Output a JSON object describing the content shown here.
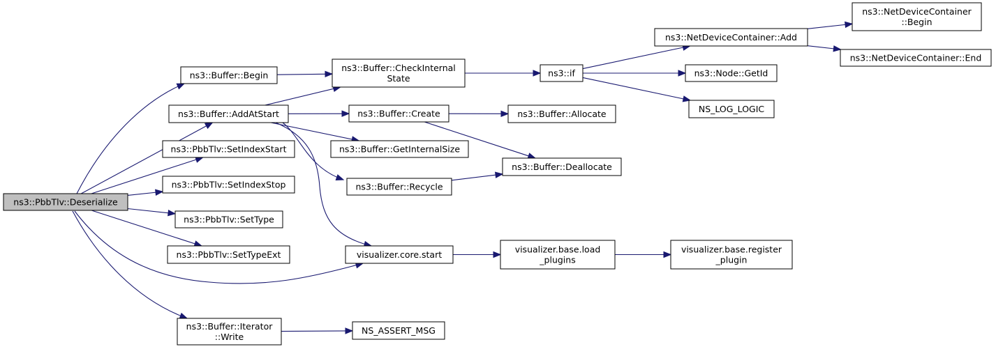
{
  "graph": {
    "edge_color": "#191970",
    "root_fill": "#bfbfbf",
    "nodes": [
      {
        "id": "deserialize",
        "lines": [
          "ns3::PbbTlv::Deserialize"
        ],
        "root": true
      },
      {
        "id": "begin",
        "lines": [
          "ns3::Buffer::Begin"
        ]
      },
      {
        "id": "addatstart",
        "lines": [
          "ns3::Buffer::AddAtStart"
        ]
      },
      {
        "id": "setindexstart",
        "lines": [
          "ns3::PbbTlv::SetIndexStart"
        ]
      },
      {
        "id": "setindexstop",
        "lines": [
          "ns3::PbbTlv::SetIndexStop"
        ]
      },
      {
        "id": "settype",
        "lines": [
          "ns3::PbbTlv::SetType"
        ]
      },
      {
        "id": "settypeext",
        "lines": [
          "ns3::PbbTlv::SetTypeExt"
        ]
      },
      {
        "id": "iteratorwrite",
        "lines": [
          "ns3::Buffer::Iterator",
          "::Write"
        ]
      },
      {
        "id": "checkinternalstate",
        "lines": [
          "ns3::Buffer::CheckInternal",
          "State"
        ]
      },
      {
        "id": "create",
        "lines": [
          "ns3::Buffer::Create"
        ]
      },
      {
        "id": "getinternalsize",
        "lines": [
          "ns3::Buffer::GetInternalSize"
        ]
      },
      {
        "id": "recycle",
        "lines": [
          "ns3::Buffer::Recycle"
        ]
      },
      {
        "id": "corestart",
        "lines": [
          "visualizer.core.start"
        ]
      },
      {
        "id": "assertmsg",
        "lines": [
          "NS_ASSERT_MSG"
        ]
      },
      {
        "id": "if",
        "lines": [
          "ns3::if"
        ]
      },
      {
        "id": "allocate",
        "lines": [
          "ns3::Buffer::Allocate"
        ]
      },
      {
        "id": "deallocate",
        "lines": [
          "ns3::Buffer::Deallocate"
        ]
      },
      {
        "id": "loadplugins",
        "lines": [
          "visualizer.base.load",
          "_plugins"
        ]
      },
      {
        "id": "registerplugin",
        "lines": [
          "visualizer.base.register",
          "_plugin"
        ]
      },
      {
        "id": "ndcadd",
        "lines": [
          "ns3::NetDeviceContainer::Add"
        ]
      },
      {
        "id": "nodegetid",
        "lines": [
          "ns3::Node::GetId"
        ]
      },
      {
        "id": "nsloglogic",
        "lines": [
          "NS_LOG_LOGIC"
        ]
      },
      {
        "id": "ndcbegin",
        "lines": [
          "ns3::NetDeviceContainer",
          "::Begin"
        ]
      },
      {
        "id": "ndcend",
        "lines": [
          "ns3::NetDeviceContainer::End"
        ]
      }
    ],
    "edges": [
      {
        "from": "deserialize",
        "to": "begin"
      },
      {
        "from": "deserialize",
        "to": "addatstart"
      },
      {
        "from": "deserialize",
        "to": "setindexstart"
      },
      {
        "from": "deserialize",
        "to": "setindexstop"
      },
      {
        "from": "deserialize",
        "to": "settype"
      },
      {
        "from": "deserialize",
        "to": "settypeext"
      },
      {
        "from": "deserialize",
        "to": "corestart"
      },
      {
        "from": "deserialize",
        "to": "iteratorwrite"
      },
      {
        "from": "begin",
        "to": "checkinternalstate"
      },
      {
        "from": "addatstart",
        "to": "checkinternalstate"
      },
      {
        "from": "addatstart",
        "to": "create"
      },
      {
        "from": "addatstart",
        "to": "getinternalsize"
      },
      {
        "from": "addatstart",
        "to": "recycle"
      },
      {
        "from": "addatstart",
        "to": "corestart"
      },
      {
        "from": "iteratorwrite",
        "to": "assertmsg"
      },
      {
        "from": "checkinternalstate",
        "to": "if"
      },
      {
        "from": "create",
        "to": "allocate"
      },
      {
        "from": "create",
        "to": "deallocate"
      },
      {
        "from": "recycle",
        "to": "deallocate"
      },
      {
        "from": "corestart",
        "to": "loadplugins"
      },
      {
        "from": "loadplugins",
        "to": "registerplugin"
      },
      {
        "from": "if",
        "to": "ndcadd"
      },
      {
        "from": "if",
        "to": "nodegetid"
      },
      {
        "from": "if",
        "to": "nsloglogic"
      },
      {
        "from": "ndcadd",
        "to": "ndcbegin"
      },
      {
        "from": "ndcadd",
        "to": "ndcend"
      }
    ]
  }
}
